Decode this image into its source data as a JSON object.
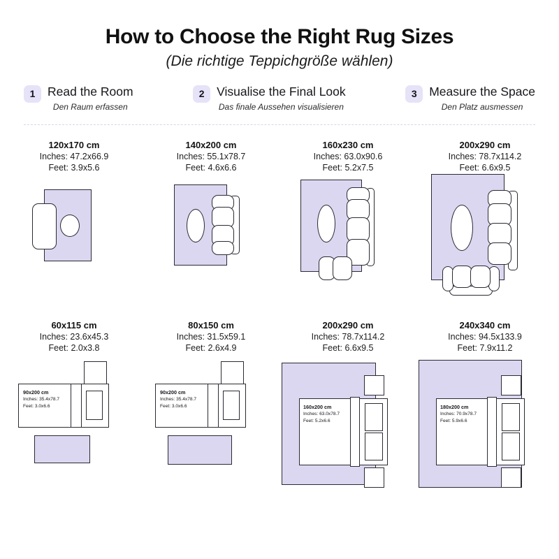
{
  "header": {
    "title": "How to Choose the Right Rug Sizes",
    "subtitle": "(Die richtige Teppichgröße wählen)"
  },
  "steps": [
    {
      "number": "1",
      "title": "Read the Room",
      "subtitle": "Den Raum erfassen"
    },
    {
      "number": "2",
      "title": "Visualise the Final Look",
      "subtitle": "Das finale Aussehen visualisieren"
    },
    {
      "number": "3",
      "title": "Measure the Space",
      "subtitle": "Den Platz ausmessen"
    }
  ],
  "colors": {
    "rug": "#dcd7f0",
    "outline": "#2a2a33",
    "badge": "#e6e2f7",
    "divider": "#d8d4ea",
    "furniture": "#ffffff"
  },
  "row_one": [
    {
      "size_cm": "120x170 cm",
      "inches": "Inches: 47.2x66.9",
      "feet": "Feet: 3.9x5.6",
      "scene": "living-room-small"
    },
    {
      "size_cm": "140x200 cm",
      "inches": "Inches: 55.1x78.7",
      "feet": "Feet: 4.6x6.6",
      "scene": "living-room-medium"
    },
    {
      "size_cm": "160x230 cm",
      "inches": "Inches: 63.0x90.6",
      "feet": "Feet: 5.2x7.5",
      "scene": "living-room-large"
    },
    {
      "size_cm": "200x290 cm",
      "inches": "Inches: 78.7x114.2",
      "feet": "Feet: 6.6x9.5",
      "scene": "living-room-xlarge"
    }
  ],
  "row_two": [
    {
      "size_cm": "60x115 cm",
      "inches": "Inches: 23.6x45.3",
      "feet": "Feet: 2.0x3.8",
      "scene": "bedroom-runner",
      "bed_label": {
        "size_cm": "90x200 cm",
        "inches": "Inches: 35.4x78.7",
        "feet": "Feet: 3.0x6.6"
      }
    },
    {
      "size_cm": "80x150 cm",
      "inches": "Inches: 31.5x59.1",
      "feet": "Feet: 2.6x4.9",
      "scene": "bedroom-runner",
      "bed_label": {
        "size_cm": "90x200 cm",
        "inches": "Inches: 35.4x78.7",
        "feet": "Feet: 3.0x6.6"
      }
    },
    {
      "size_cm": "200x290 cm",
      "inches": "Inches: 78.7x114.2",
      "feet": "Feet: 6.6x9.5",
      "scene": "bedroom-under-bed",
      "bed_label": {
        "size_cm": "160x200 cm",
        "inches": "Inches: 63.0x78.7",
        "feet": "Feet: 5.2x6.6"
      }
    },
    {
      "size_cm": "240x340 cm",
      "inches": "Inches: 94.5x133.9",
      "feet": "Feet: 7.9x11.2",
      "scene": "bedroom-under-bed",
      "bed_label": {
        "size_cm": "180x200 cm",
        "inches": "Inches: 70.9x78.7",
        "feet": "Feet: 5.9x6.6"
      }
    }
  ]
}
